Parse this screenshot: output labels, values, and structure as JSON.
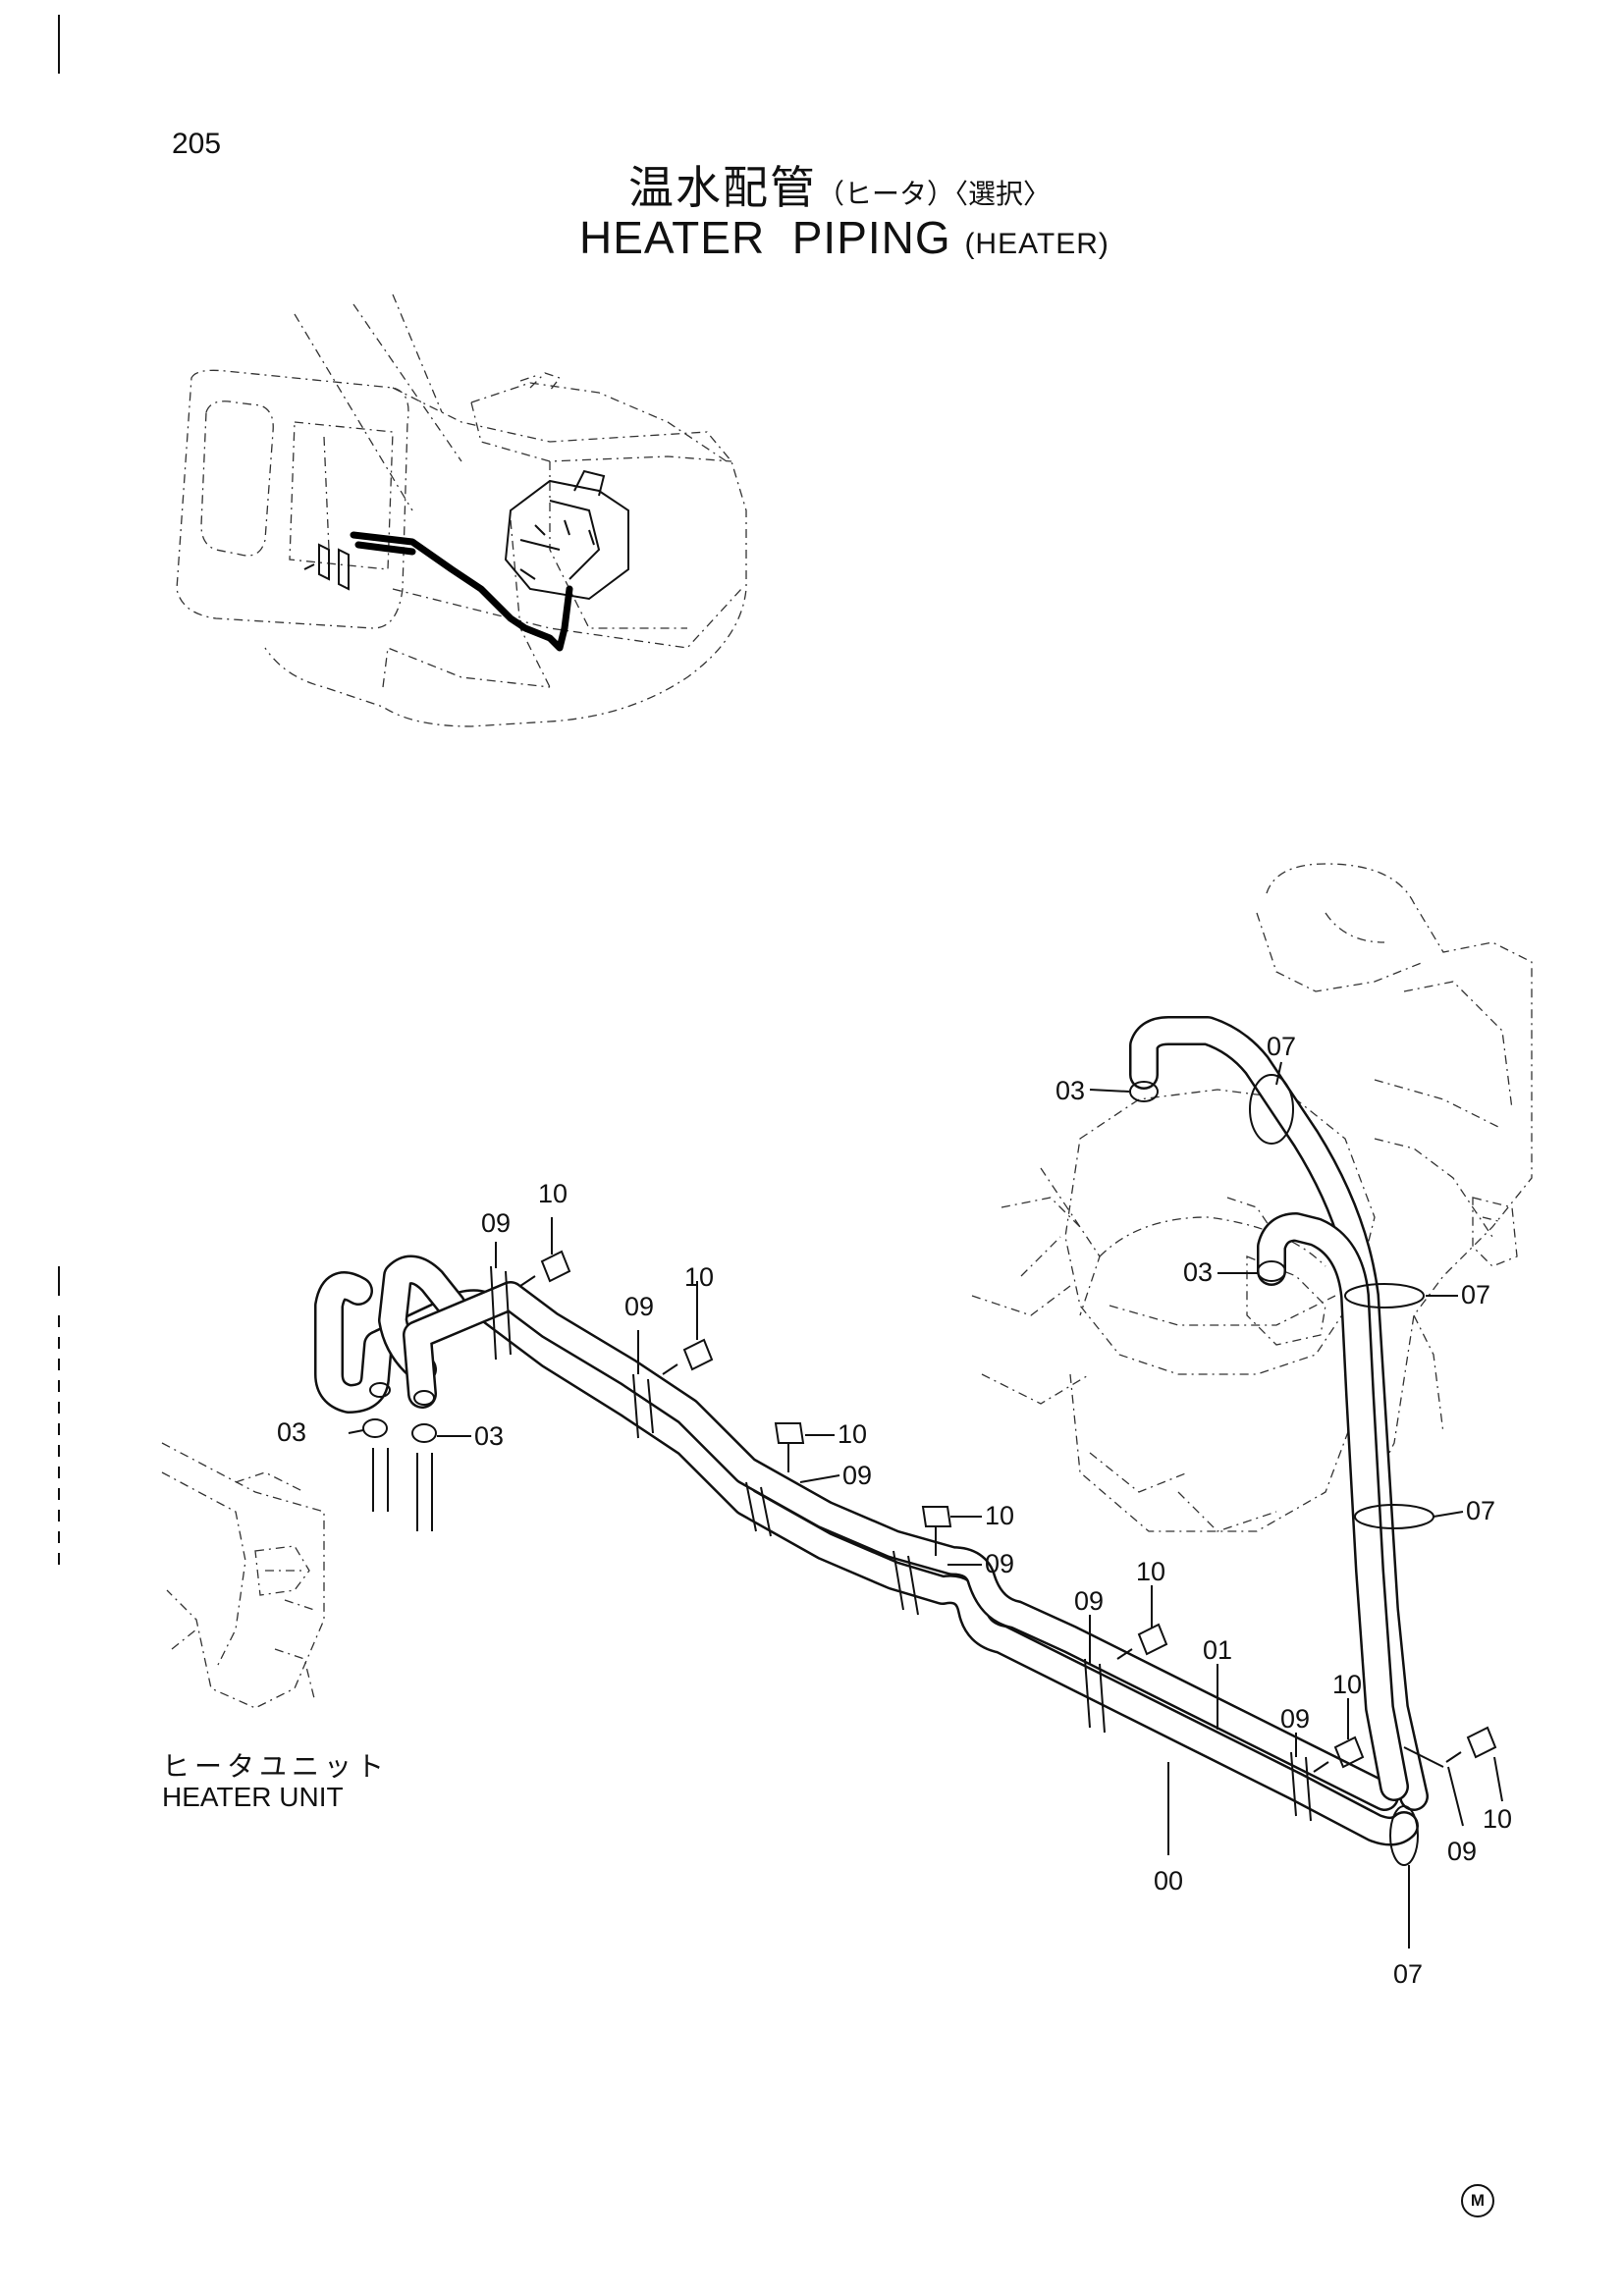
{
  "page": {
    "number": "205",
    "mark": "M"
  },
  "title": {
    "jp_main": "温水配管",
    "jp_sub": "（ヒータ）〈選択〉",
    "en_main": "HEATER  PIPING",
    "en_sub": "(HEATER)"
  },
  "heater_unit": {
    "jp": "ヒータユニット",
    "en": "HEATER UNIT"
  },
  "callouts": [
    "07",
    "03",
    "10",
    "09",
    "10",
    "09",
    "03",
    "07",
    "03",
    "03",
    "10",
    "09",
    "10",
    "09",
    "07",
    "10",
    "09",
    "01",
    "10",
    "09",
    "10",
    "09",
    "00",
    "07"
  ]
}
